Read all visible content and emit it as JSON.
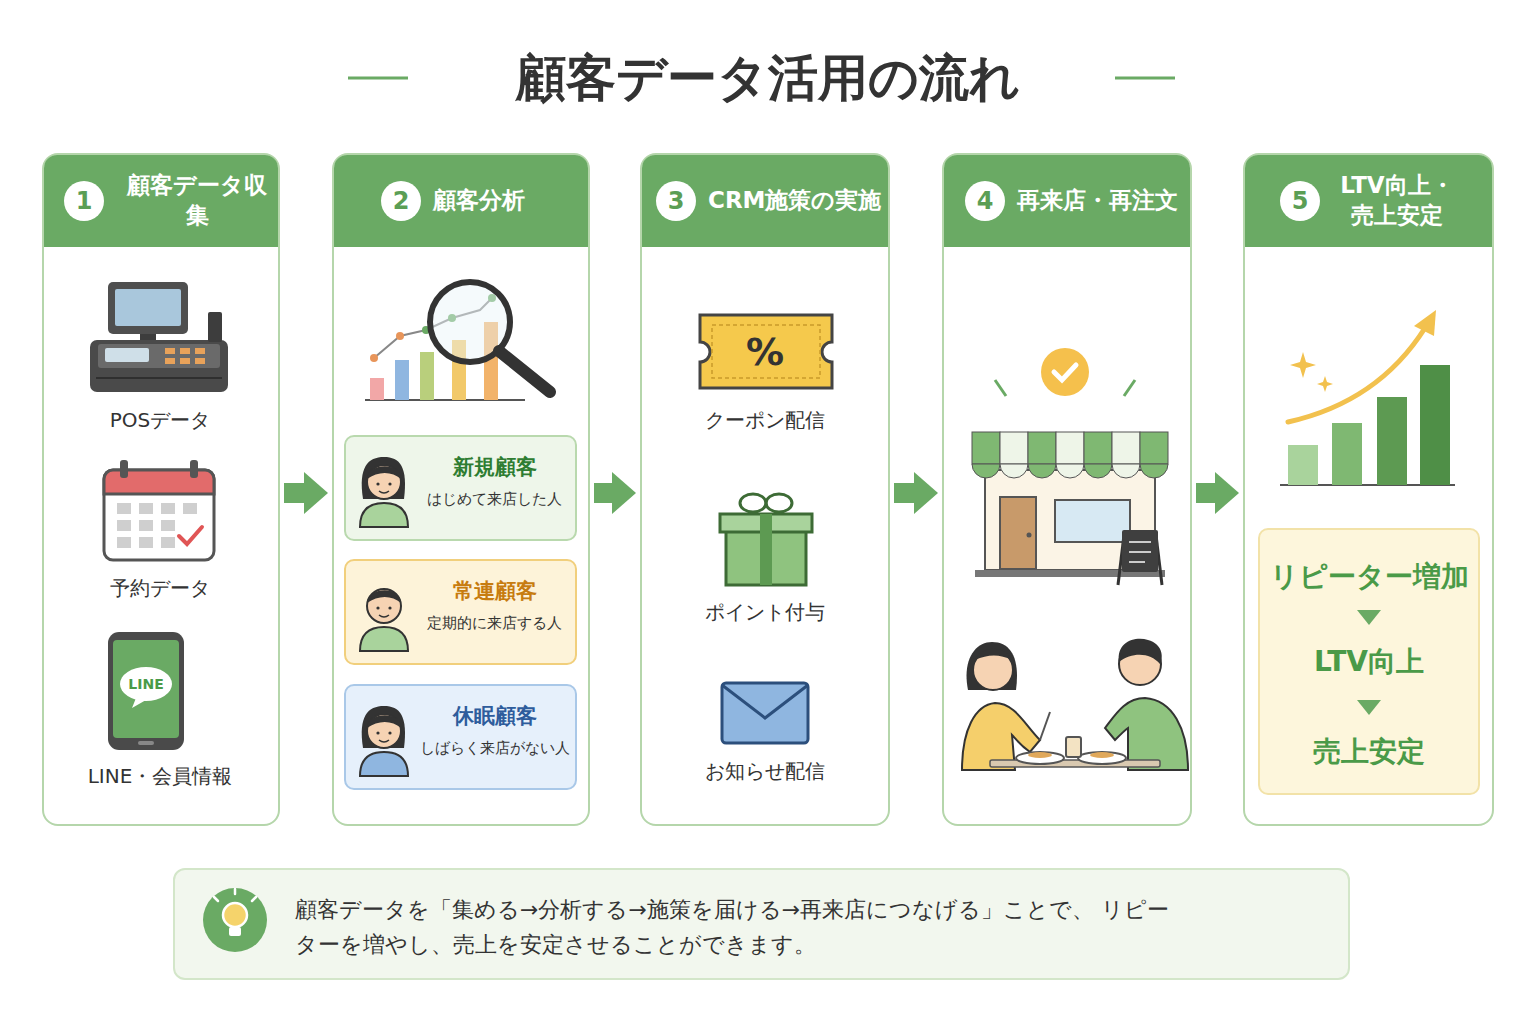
{
  "diagram": {
    "title": "顧客データ活用の流れ",
    "nodes": [
      {
        "text": [
          "1",
          "顧客データ収集"
        ]
      },
      {
        "text": [
          "2",
          "顧客分析"
        ]
      },
      {
        "text": [
          "新規顧客",
          "はじめて来店した人"
        ],
        "in": 1
      },
      {
        "text": [
          "常連顧客",
          "定期的に来店する人"
        ],
        "in": 1
      },
      {
        "text": [
          "休眠顧客",
          "しばらく来店がない人"
        ],
        "in": 1
      },
      {
        "text": [
          "3",
          "CRM施策の実施"
        ]
      },
      {
        "text": [
          "4",
          "再来店・再注文"
        ]
      },
      {
        "text": [
          "5",
          "LTV向上・ 売上安定"
        ]
      },
      {
        "text": [
          "リピーター増加",
          "LTV向上",
          "売上安定"
        ],
        "in": 7
      },
      {
        "text": [
          "顧客データを「集める→分析する→施策を届ける→再来店につなげる」ことで、 リピーターを増やし、売上を安定させることができます。"
        ]
      }
    ],
    "edges": [
      {
        "from": 0,
        "to": 1,
        "arrow": "to"
      },
      {
        "from": 1,
        "to": 5,
        "arrow": "to"
      },
      {
        "from": 5,
        "to": 6,
        "arrow": "to"
      },
      {
        "from": 6,
        "to": 7,
        "arrow": "to"
      }
    ],
    "labels": [
      "POSデータ",
      "予約データ",
      "LINE",
      "LINE・会員情報",
      "%",
      "クーポン配信",
      "ポイント付与",
      "お知らせ配信"
    ]
  }
}
